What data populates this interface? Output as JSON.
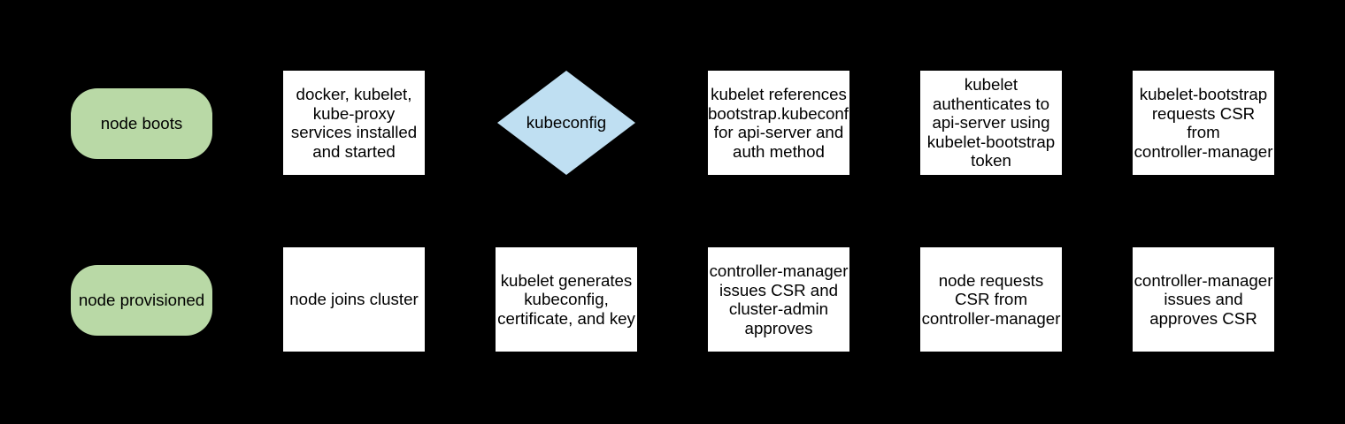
{
  "colors": {
    "background": "#000000",
    "box_fill": "#ffffff",
    "pill_fill": "#b9d9a6",
    "diamond_fill": "#bfdff2",
    "text": "#000000"
  },
  "diagram": {
    "nodes": [
      {
        "id": "node-boots",
        "shape": "pill",
        "row": 1,
        "label_lines": [
          "node boots"
        ]
      },
      {
        "id": "services-installed",
        "shape": "box",
        "row": 1,
        "label_lines": [
          "docker, kubelet,",
          "kube-proxy",
          "services installed",
          "and started"
        ]
      },
      {
        "id": "kubeconfig-decision",
        "shape": "diamond",
        "row": 1,
        "label_lines": [
          "kubeconfig"
        ]
      },
      {
        "id": "kubelet-references",
        "shape": "box",
        "row": 1,
        "label_lines": [
          "kubelet references",
          "bootstrap.kubeconfig",
          "for api-server and",
          "auth method"
        ]
      },
      {
        "id": "kubelet-authenticates",
        "shape": "box",
        "row": 1,
        "label_lines": [
          "kubelet",
          "authenticates to",
          "api-server using",
          "kubelet-bootstrap",
          "token"
        ]
      },
      {
        "id": "kubelet-bootstrap-requests",
        "shape": "box",
        "row": 1,
        "label_lines": [
          "kubelet-bootstrap",
          "requests CSR",
          "from",
          "controller-manager"
        ]
      },
      {
        "id": "node-provisioned",
        "shape": "pill",
        "row": 2,
        "label_lines": [
          "node provisioned"
        ]
      },
      {
        "id": "node-joins-cluster",
        "shape": "box",
        "row": 2,
        "label_lines": [
          "node joins cluster"
        ]
      },
      {
        "id": "kubelet-generates",
        "shape": "box",
        "row": 2,
        "label_lines": [
          "kubelet generates",
          "kubeconfig,",
          "certificate, and key"
        ]
      },
      {
        "id": "cm-issues-admin-approves",
        "shape": "box",
        "row": 2,
        "label_lines": [
          "controller-manager",
          "issues CSR and",
          "cluster-admin",
          "approves"
        ]
      },
      {
        "id": "node-requests-csr",
        "shape": "box",
        "row": 2,
        "label_lines": [
          "node requests",
          "CSR from",
          "controller-manager"
        ]
      },
      {
        "id": "cm-issues-approves-csr",
        "shape": "box",
        "row": 2,
        "label_lines": [
          "controller-manager",
          "issues and",
          "approves CSR"
        ]
      }
    ]
  }
}
